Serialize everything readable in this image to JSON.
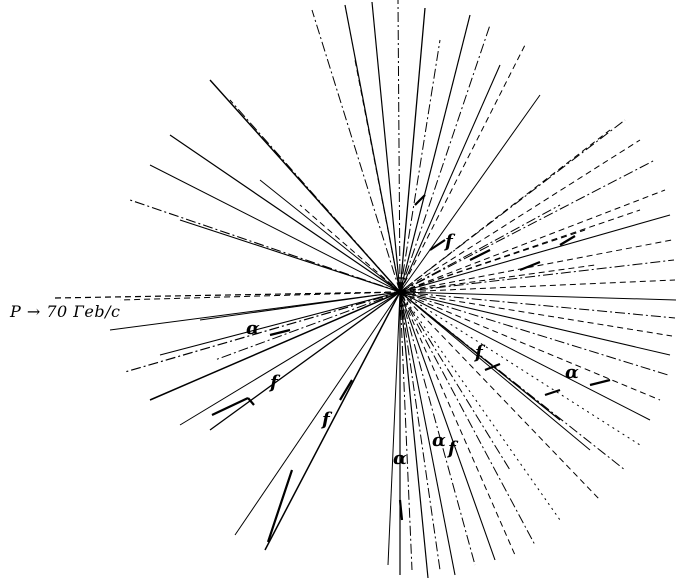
{
  "beam": {
    "label": "P → 70 Гeb/c"
  },
  "fragment_labels": [
    "α",
    "f",
    "f",
    "α",
    "α",
    "f",
    "f",
    "f",
    "α"
  ],
  "colors": {
    "ink": "#000000",
    "background": "#ffffff"
  }
}
